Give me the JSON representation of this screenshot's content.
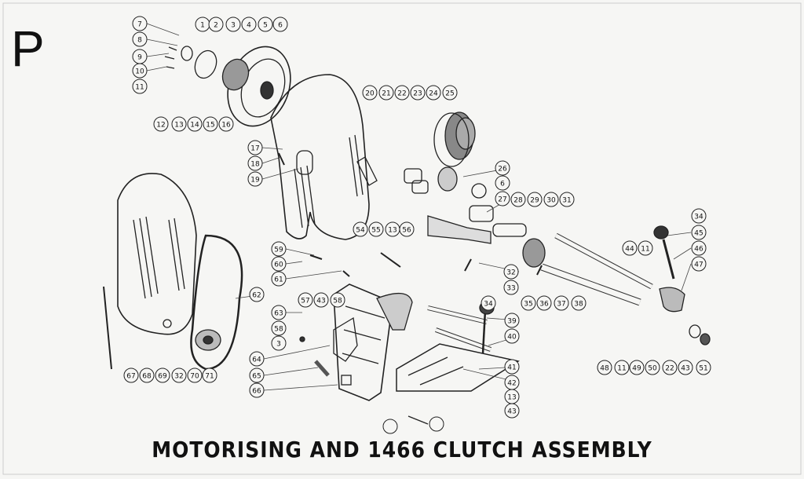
{
  "page_letter": "P",
  "title": "MOTORISING AND 1466 CLUTCH ASSEMBLY",
  "callouts": [
    "1",
    "2",
    "3",
    "4",
    "5",
    "6",
    "7",
    "8",
    "9",
    "10",
    "11",
    "12",
    "13",
    "14",
    "15",
    "16",
    "17",
    "18",
    "19",
    "20",
    "21",
    "22",
    "23",
    "24",
    "25",
    "26",
    "27",
    "28",
    "29",
    "30",
    "31",
    "32",
    "33",
    "34",
    "35",
    "36",
    "37",
    "38",
    "39",
    "40",
    "41",
    "42",
    "43",
    "44",
    "45",
    "46",
    "47",
    "48",
    "49",
    "50",
    "51",
    "54",
    "55",
    "56",
    "57",
    "58",
    "59",
    "60",
    "61",
    "62",
    "63",
    "64",
    "65",
    "66",
    "67",
    "68",
    "69",
    "70",
    "71"
  ]
}
